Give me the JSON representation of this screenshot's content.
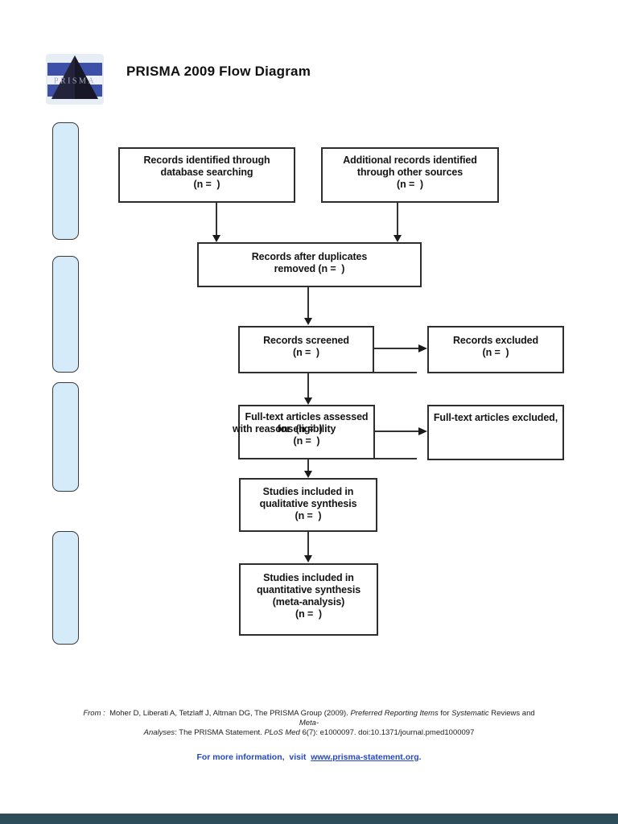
{
  "header": {
    "title": "PRISMA 2009 Flow Diagram",
    "logo_text": "PRISMA"
  },
  "flow": {
    "identified": {
      "lines": [
        "Records identified through",
        "database searching",
        "(n =  )"
      ]
    },
    "additional": {
      "lines": [
        "Additional records identified",
        "through other sources",
        "(n =  )"
      ]
    },
    "duplicates": {
      "lines": [
        "Records after duplicates",
        "removed (n =  )"
      ]
    },
    "screened": {
      "lines": [
        "Records screened",
        "(n =  )"
      ]
    },
    "excluded": {
      "lines": [
        "Records excluded",
        "(n =  )"
      ]
    },
    "assessed": {
      "lines": [
        "Full-text articles assessed",
        "for eligibility",
        "(n =  )"
      ],
      "overlap_text": "with reasons (n =  )"
    },
    "ft_excluded": {
      "lines": [
        "Full-text articles excluded,"
      ]
    },
    "qualitative": {
      "lines": [
        "Studies included in",
        "qualitative synthesis",
        "(n =  )"
      ]
    },
    "quantitative": {
      "lines": [
        "Studies included in",
        "quantitative synthesis",
        "(meta-analysis)",
        "(n =  )"
      ]
    }
  },
  "footer": {
    "citation": {
      "from_label": "From :",
      "part1": "  Moher D, Liberati A, Tetzlaff J, Altman DG, The PRISMA Group (2009). ",
      "italic1": "Preferred Reporting Items",
      "part2": " for ",
      "italic2": "Systematic",
      "part3": " Reviews and",
      "line2_italic": "Meta-",
      "line3_italic_lead": "Analyses",
      "line3_part1": ": The PRISMA Statement. ",
      "line3_italic2": "PLoS Med",
      "line3_part2": " 6(7): e1000097. doi:10.1371/journal.pmed1000097"
    },
    "info": {
      "prefix": "For more information,  visit  ",
      "link": "www.prisma-statement.org",
      "suffix": "."
    }
  },
  "colors": {
    "accent_blue": "#2348c2",
    "sidebar_fill": "#d6ebfa",
    "logo_blue": "#3c50a8",
    "bottom_bar": "#2d4e59"
  }
}
